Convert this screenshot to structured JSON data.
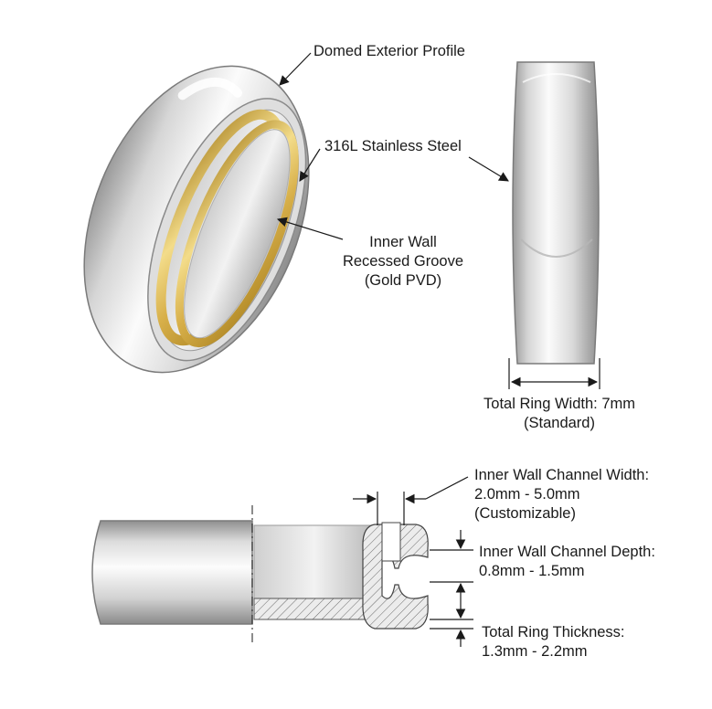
{
  "labels": {
    "domed_exterior_profile": "Domed Exterior Profile",
    "material": "316L Stainless Steel",
    "inner_groove": [
      "Inner Wall",
      "Recessed Groove",
      "(Gold PVD)"
    ],
    "total_width": [
      "Total Ring Width: 7mm",
      "(Standard)"
    ],
    "channel_width": [
      "Inner Wall Channel Width:",
      "2.0mm - 5.0mm",
      "(Customizable)"
    ],
    "channel_depth": [
      "Inner Wall Channel Depth:",
      "0.8mm - 1.5mm"
    ],
    "thickness": [
      "Total Ring Thickness:",
      "1.3mm - 2.2mm"
    ]
  },
  "colors": {
    "steel_light": "#f4f4f4",
    "steel_mid": "#c9c9c9",
    "steel_dark": "#8d8d8d",
    "gold_light": "#f3dc8a",
    "gold_mid": "#d8b04a",
    "gold_dark": "#a8801f",
    "line": "#1a1a1a"
  }
}
